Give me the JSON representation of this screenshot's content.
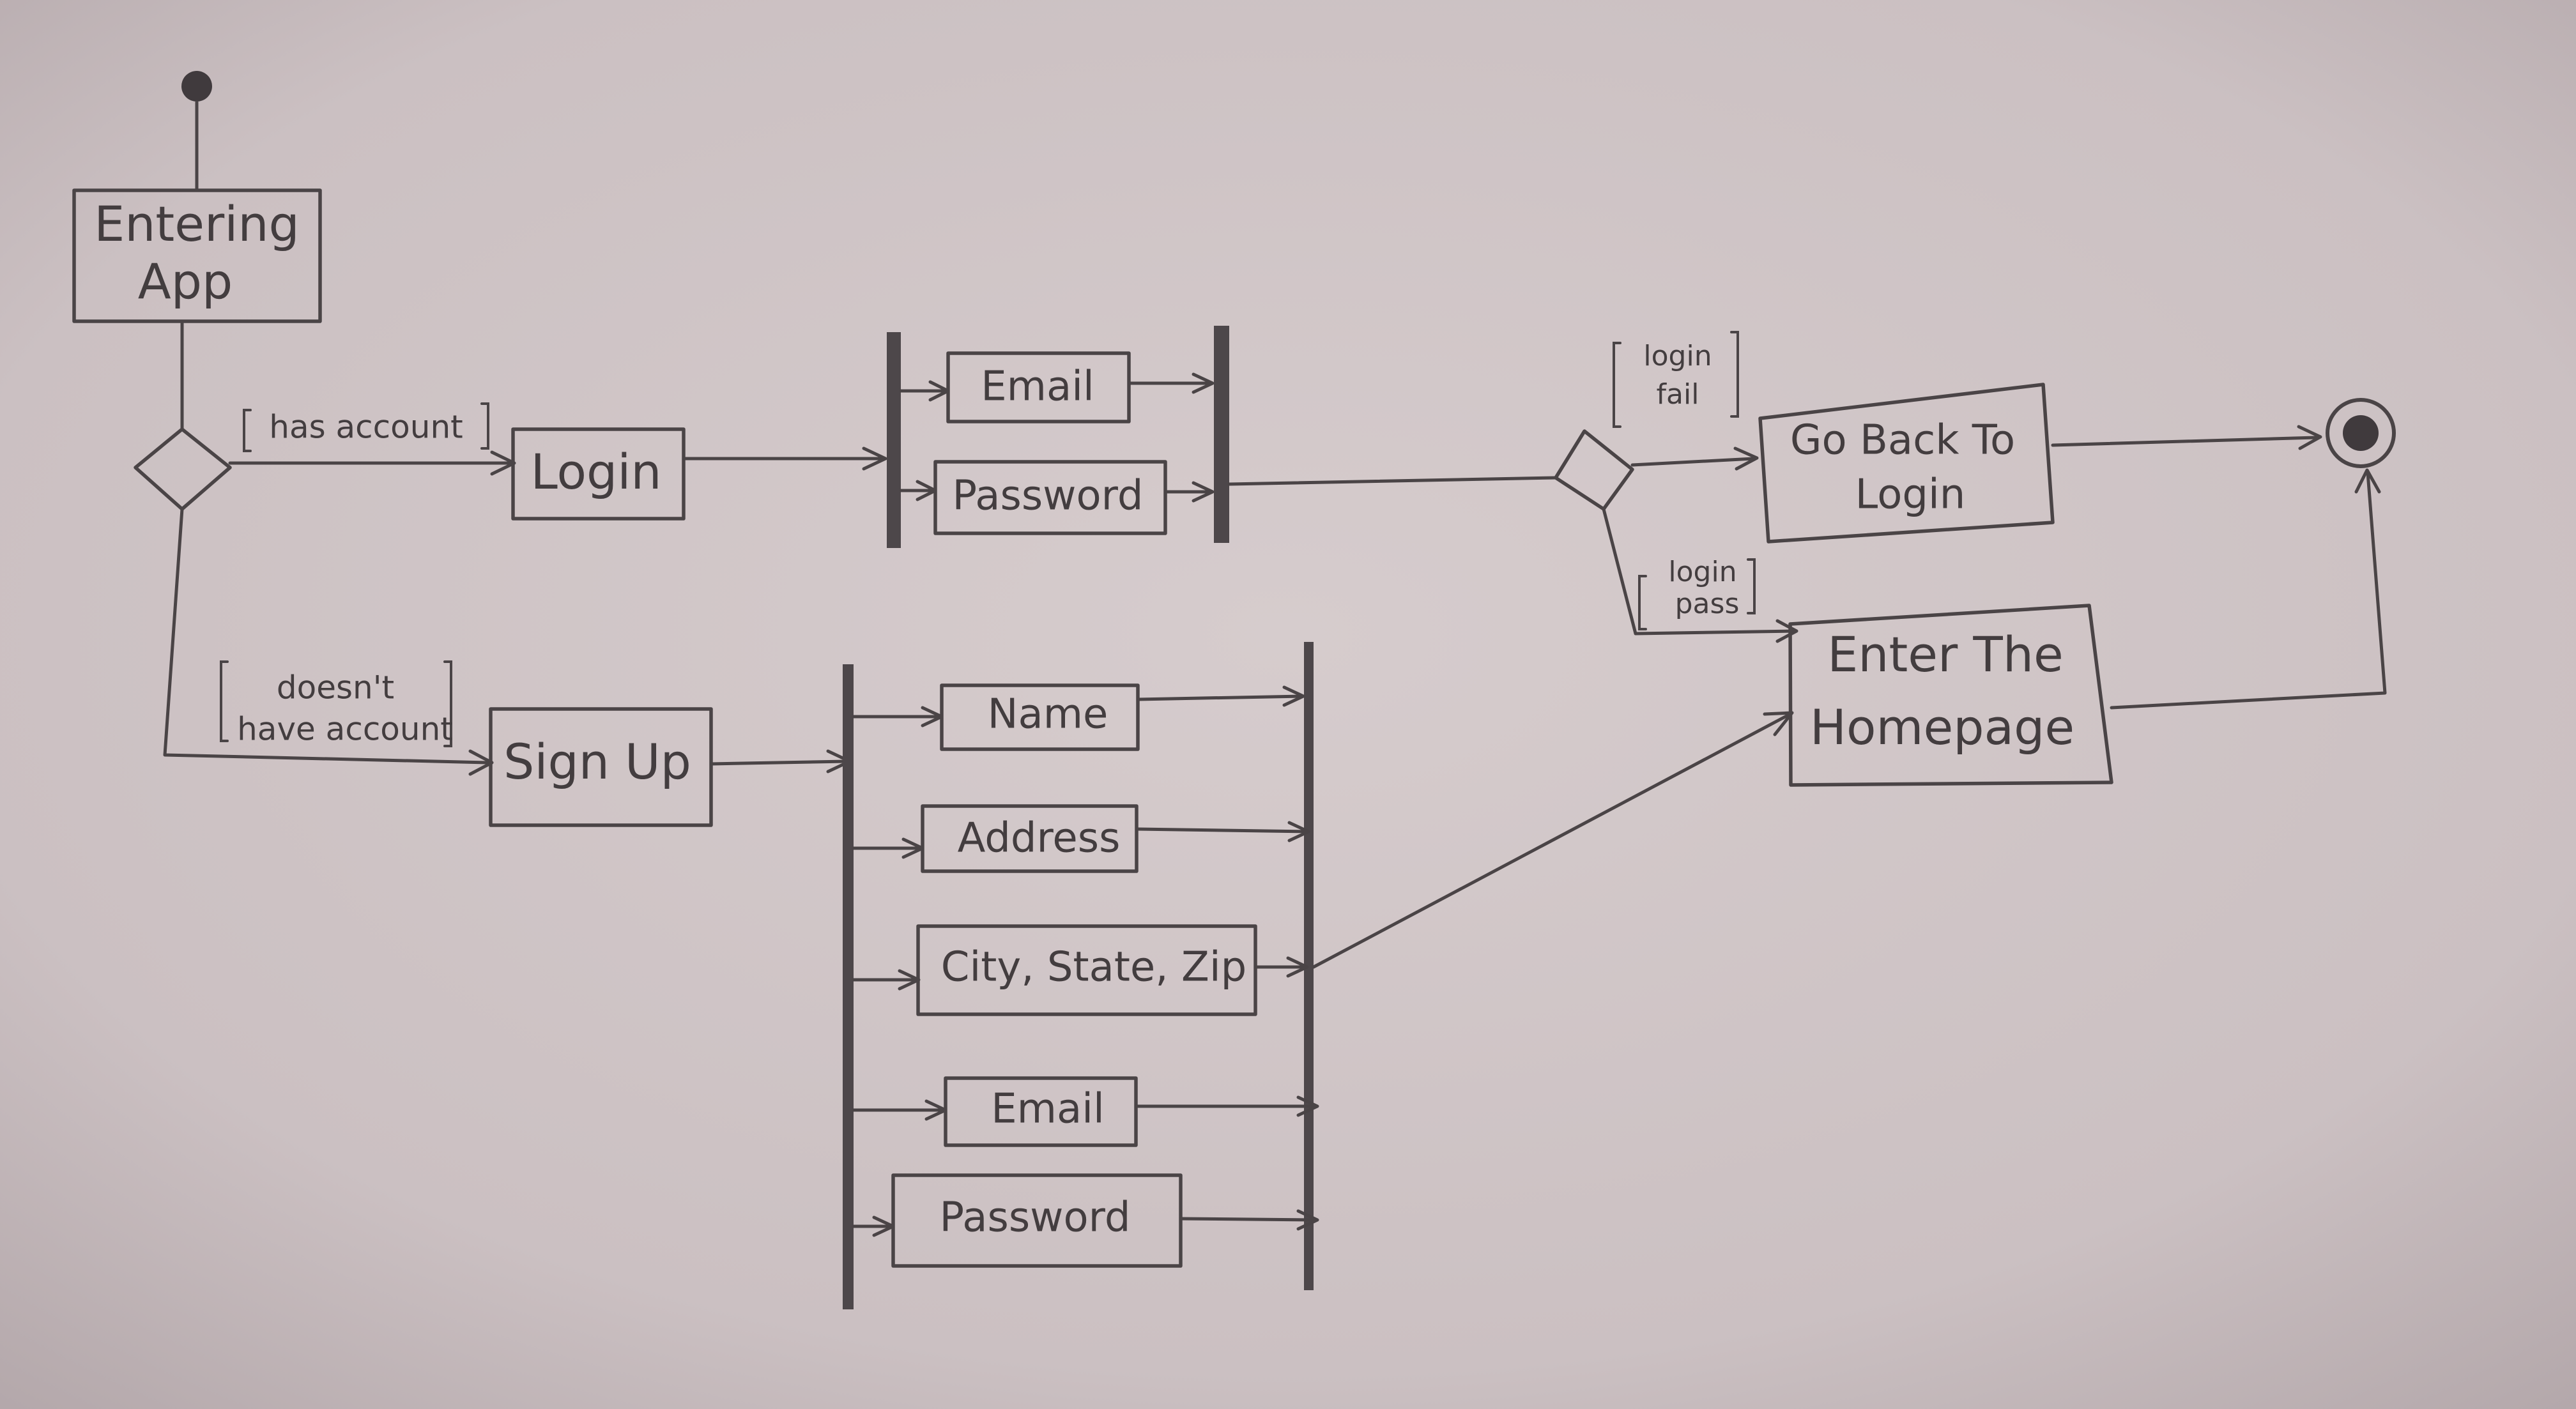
{
  "nodes": {
    "entering_app": [
      "Entering",
      "App"
    ],
    "login": "Login",
    "login_email": "Email",
    "login_password": "Password",
    "sign_up": "Sign Up",
    "name": "Name",
    "address": "Address",
    "city_state_zip": "City, State, Zip",
    "signup_email": "Email",
    "signup_password": "Password",
    "go_back_to_login": [
      "Go Back To",
      "Login"
    ],
    "enter_homepage": [
      "Enter The",
      "Homepage"
    ]
  },
  "guards": {
    "has_account": "has account",
    "doesnt_have_account": [
      "doesn't",
      "have account"
    ],
    "login_fail": [
      "login",
      "fail"
    ],
    "login_pass": [
      "login",
      "pass"
    ]
  },
  "colors": {
    "paper": "#cdc2c4",
    "pencil": "#4a4446"
  }
}
